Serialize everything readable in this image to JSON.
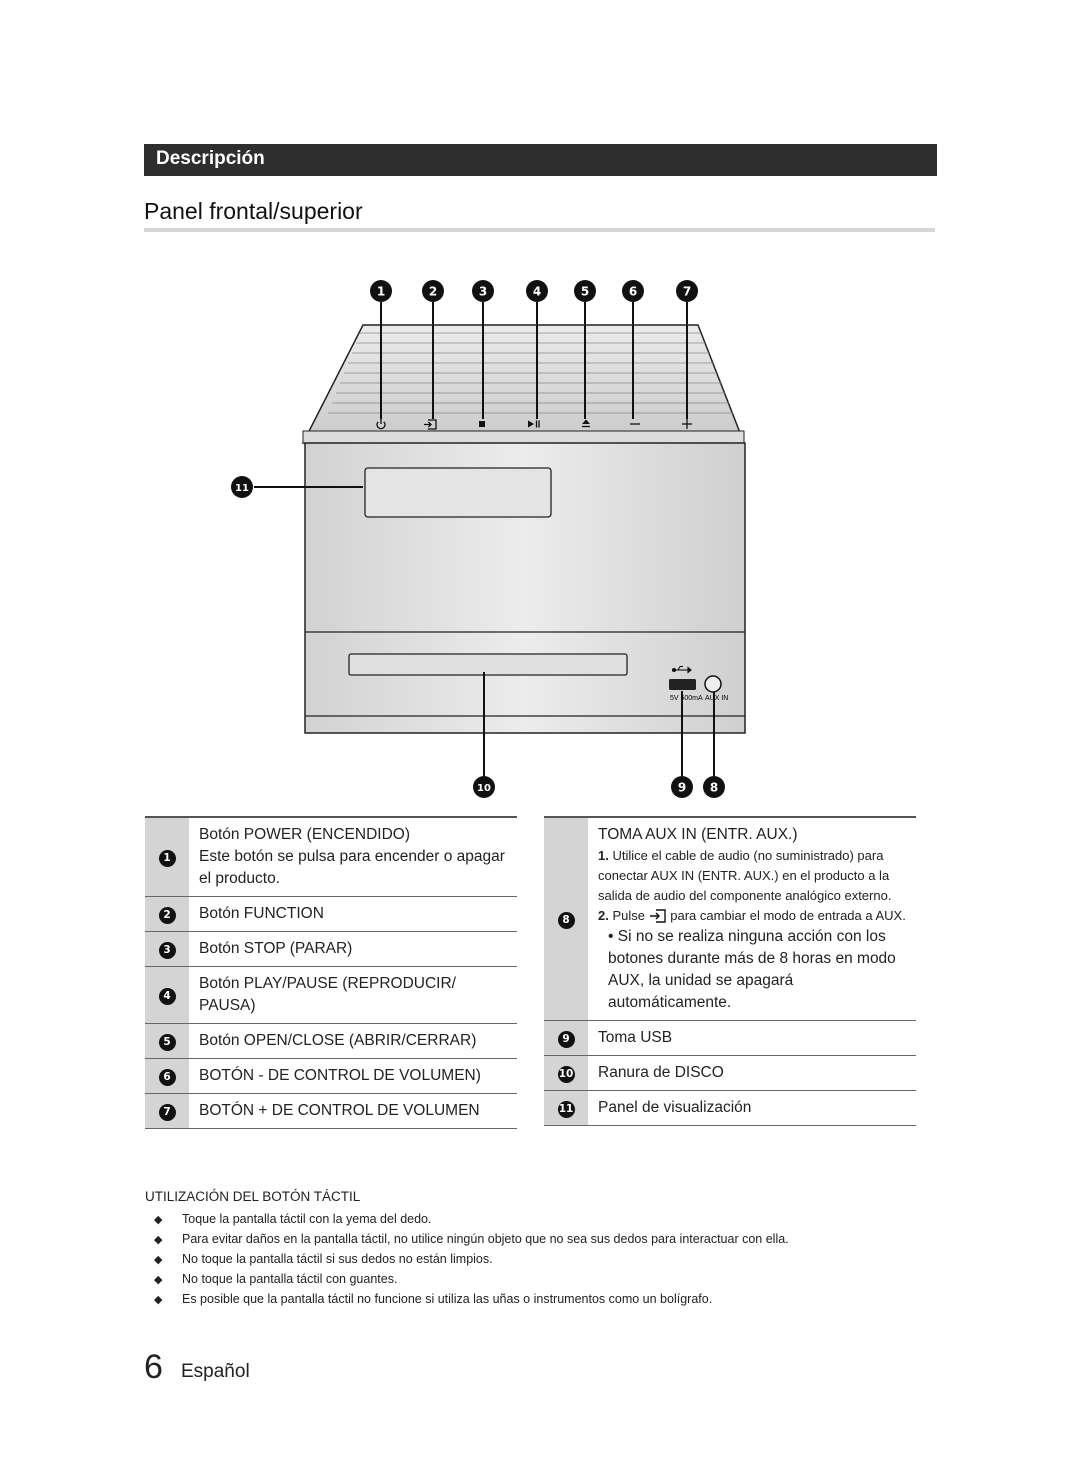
{
  "section": {
    "title": "Descripción"
  },
  "page_title": "Panel frontal/superior",
  "callouts": {
    "c1": "1",
    "c2": "2",
    "c3": "3",
    "c4": "4",
    "c5": "5",
    "c6": "6",
    "c7": "7",
    "c8": "8",
    "c9": "9",
    "c10": "10",
    "c11": "11"
  },
  "device": {
    "usb_label": "5V 500mA",
    "aux_label": "AUX IN"
  },
  "left_table": [
    {
      "num": "1",
      "title": "Botón POWER (ENCENDIDO)",
      "desc": "Este botón se pulsa para encender o apagar el producto."
    },
    {
      "num": "2",
      "title": "Botón FUNCTION"
    },
    {
      "num": "3",
      "title": "Botón STOP (PARAR)"
    },
    {
      "num": "4",
      "title": "Botón PLAY/PAUSE (REPRODUCIR/ PAUSA)"
    },
    {
      "num": "5",
      "title": "Botón OPEN/CLOSE (ABRIR/CERRAR)"
    },
    {
      "num": "6",
      "title": "BOTÓN - DE CONTROL DE VOLUMEN)"
    },
    {
      "num": "7",
      "title": "BOTÓN + DE CONTROL DE VOLUMEN"
    }
  ],
  "right_table": {
    "row8": {
      "num": "8",
      "title": "TOMA AUX IN (ENTR. AUX.)",
      "step1_num": "1.",
      "step1": "Utilice el cable de audio (no suministrado) para conectar AUX IN (ENTR. AUX.) en el producto a la salida de audio del componente analógico externo.",
      "step2_num": "2.",
      "step2_a": "Pulse",
      "step2_b": "para cambiar el modo de entrada a AUX.",
      "bullet": "• Si no se realiza ninguna acción con los botones durante más de 8 horas en modo AUX, la unidad se apagará automáticamente."
    },
    "row9": {
      "num": "9",
      "title": "Toma USB"
    },
    "row10": {
      "num": "10",
      "title": "Ranura de DISCO"
    },
    "row11": {
      "num": "11",
      "title": "Panel de visualización"
    }
  },
  "touch": {
    "heading": "UTILIZACIÓN DEL BOTÓN TÁCTIL",
    "items": [
      "Toque la pantalla táctil con la yema del dedo.",
      "Para evitar daños en la pantalla táctil, no utilice ningún objeto que no sea sus dedos para interactuar con ella.",
      "No toque la pantalla táctil si sus dedos no están limpios.",
      "No toque la pantalla táctil con guantes.",
      "Es posible que la pantalla táctil no funcione si utiliza las uñas o instrumentos como un bolígrafo."
    ]
  },
  "footer": {
    "page_number": "6",
    "language": "Español"
  }
}
